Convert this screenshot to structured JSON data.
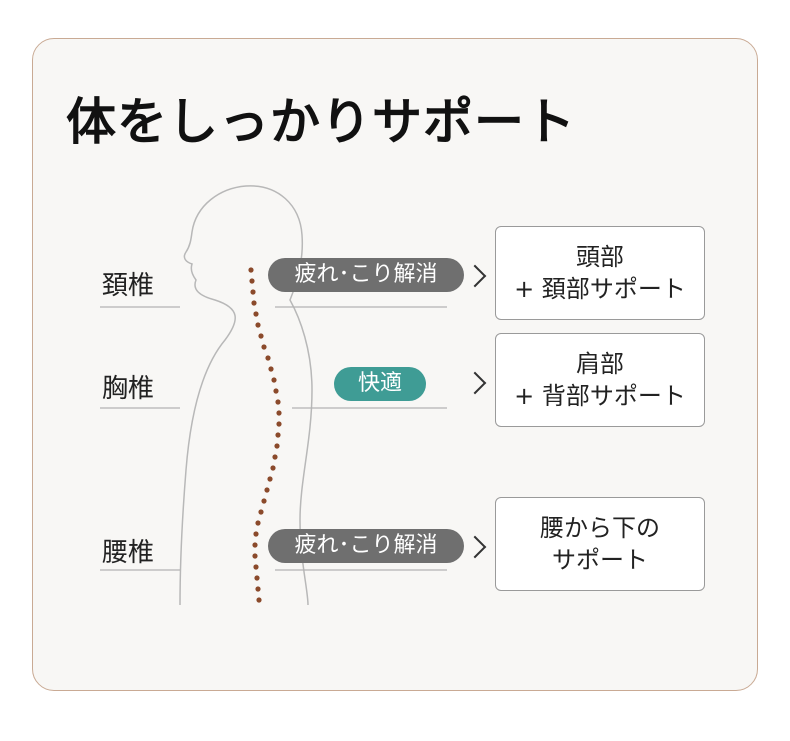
{
  "title": "体をしっかりサポート",
  "rows": [
    {
      "vertebra": "頚椎",
      "badge": "疲れ･こり解消",
      "badge_color": "#6f6f6f",
      "benefit_line1": "頭部",
      "benefit_line2": "+ 頚部サポート"
    },
    {
      "vertebra": "胸椎",
      "badge": "快適",
      "badge_color": "#3f9c95",
      "benefit_line1": "肩部",
      "benefit_line2": "+ 背部サポート"
    },
    {
      "vertebra": "腰椎",
      "badge": "疲れ･こり解消",
      "badge_color": "#6f6f6f",
      "benefit_line1": "腰から下の",
      "benefit_line2": "サポート"
    }
  ],
  "icons": {
    "silhouette": "human-profile-icon",
    "spine": "spine-dots-icon",
    "arrow": "chevron-right-icon"
  },
  "colors": {
    "spine": "#8b4a2b",
    "card_border": "#c9aa94"
  }
}
